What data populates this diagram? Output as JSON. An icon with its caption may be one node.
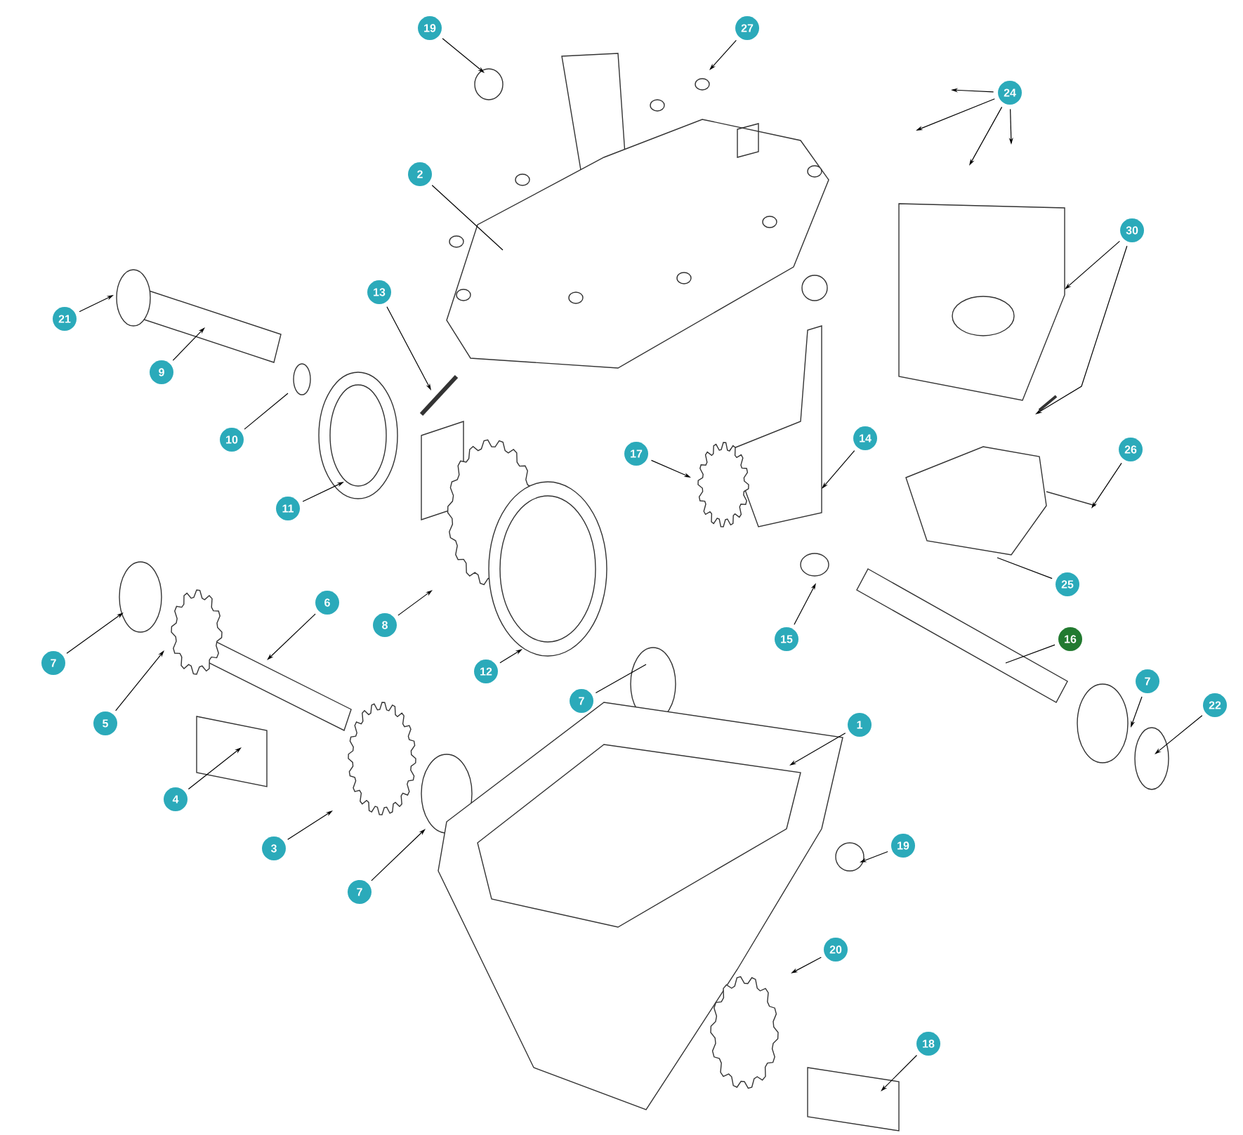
{
  "diagram": {
    "nodes": [
      {
        "text": [
          "19"
        ]
      },
      {
        "text": [
          "27"
        ]
      },
      {
        "text": [
          "24"
        ]
      },
      {
        "text": [
          "2"
        ]
      },
      {
        "text": [
          "30"
        ]
      },
      {
        "text": [
          "21"
        ]
      },
      {
        "text": [
          "9"
        ]
      },
      {
        "text": [
          "13"
        ]
      },
      {
        "text": [
          "10"
        ]
      },
      {
        "text": [
          "17"
        ]
      },
      {
        "text": [
          "14"
        ]
      },
      {
        "text": [
          "26"
        ]
      },
      {
        "text": [
          "11"
        ]
      },
      {
        "text": [
          "7"
        ]
      },
      {
        "text": [
          "6"
        ]
      },
      {
        "text": [
          "8"
        ]
      },
      {
        "text": [
          "12"
        ]
      },
      {
        "text": [
          "5"
        ]
      },
      {
        "text": [
          "7"
        ]
      },
      {
        "text": [
          "15"
        ]
      },
      {
        "text": [
          "25"
        ]
      },
      {
        "text": [
          "16"
        ]
      },
      {
        "text": [
          "7"
        ]
      },
      {
        "text": [
          "22"
        ]
      },
      {
        "text": [
          "1"
        ]
      },
      {
        "text": [
          "4"
        ]
      },
      {
        "text": [
          "3"
        ]
      },
      {
        "text": [
          "19"
        ]
      },
      {
        "text": [
          "7"
        ]
      },
      {
        "text": [
          "20"
        ]
      },
      {
        "text": [
          "18"
        ]
      }
    ],
    "edges": [
      {
        "from": 0,
        "to": null,
        "arrow": "to"
      },
      {
        "from": 1,
        "to": null,
        "arrow": "to"
      },
      {
        "from": 2,
        "to": null,
        "arrow": "to"
      },
      {
        "from": 2,
        "to": null,
        "arrow": "to"
      },
      {
        "from": 2,
        "to": null,
        "arrow": "to"
      },
      {
        "from": 2,
        "to": null,
        "arrow": "to"
      },
      {
        "from": 3,
        "to": null,
        "arrow": "none"
      },
      {
        "from": 4,
        "to": null,
        "arrow": "to"
      },
      {
        "from": 4,
        "to": null,
        "arrow": "to"
      },
      {
        "from": 5,
        "to": null,
        "arrow": "to"
      },
      {
        "from": 6,
        "to": null,
        "arrow": "to"
      },
      {
        "from": 7,
        "to": null,
        "arrow": "to"
      },
      {
        "from": 8,
        "to": null,
        "arrow": "none"
      },
      {
        "from": 9,
        "to": null,
        "arrow": "to"
      },
      {
        "from": 10,
        "to": null,
        "arrow": "to"
      },
      {
        "from": 11,
        "to": null,
        "arrow": "to"
      },
      {
        "from": 12,
        "to": null,
        "arrow": "to"
      },
      {
        "from": 13,
        "to": null,
        "arrow": "to"
      },
      {
        "from": 14,
        "to": null,
        "arrow": "to"
      },
      {
        "from": 15,
        "to": null,
        "arrow": "to"
      },
      {
        "from": 16,
        "to": null,
        "arrow": "to"
      },
      {
        "from": 17,
        "to": null,
        "arrow": "to"
      },
      {
        "from": 18,
        "to": null,
        "arrow": "none"
      },
      {
        "from": 19,
        "to": null,
        "arrow": "to"
      },
      {
        "from": 20,
        "to": null,
        "arrow": "none"
      },
      {
        "from": 21,
        "to": null,
        "arrow": "none"
      },
      {
        "from": 22,
        "to": null,
        "arrow": "to"
      },
      {
        "from": 23,
        "to": null,
        "arrow": "to"
      },
      {
        "from": 24,
        "to": null,
        "arrow": "to"
      },
      {
        "from": 25,
        "to": null,
        "arrow": "to"
      },
      {
        "from": 26,
        "to": null,
        "arrow": "to"
      },
      {
        "from": 27,
        "to": null,
        "arrow": "to"
      },
      {
        "from": 28,
        "to": null,
        "arrow": "to"
      },
      {
        "from": 29,
        "to": null,
        "arrow": "to"
      },
      {
        "from": 30,
        "to": null,
        "arrow": "to"
      }
    ]
  }
}
